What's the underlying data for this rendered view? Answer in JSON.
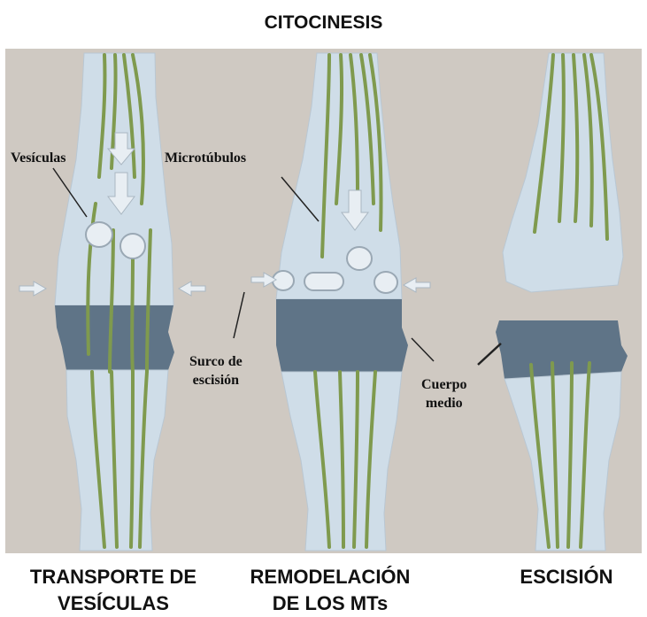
{
  "title": "CITOCINESIS",
  "labels": {
    "vesiculas": "Vesículas",
    "microtubulos": "Microtúbulos",
    "surco_line1": "Surco de",
    "surco_line2": "escisión",
    "cuerpo_line1": "Cuerpo",
    "cuerpo_line2": "medio"
  },
  "captions": {
    "transporte_line1": "TRANSPORTE DE",
    "transporte_line2": "VESÍCULAS",
    "remodelacion_line1": "REMODELACIÓN",
    "remodelacion_line2": "DE LOS MTs",
    "escision": "ESCISIÓN"
  },
  "colors": {
    "background": "#cfc9c2",
    "cell": "#cfdde8",
    "midbody": "#5f7487",
    "microtubule": "#7f9a4e"
  }
}
